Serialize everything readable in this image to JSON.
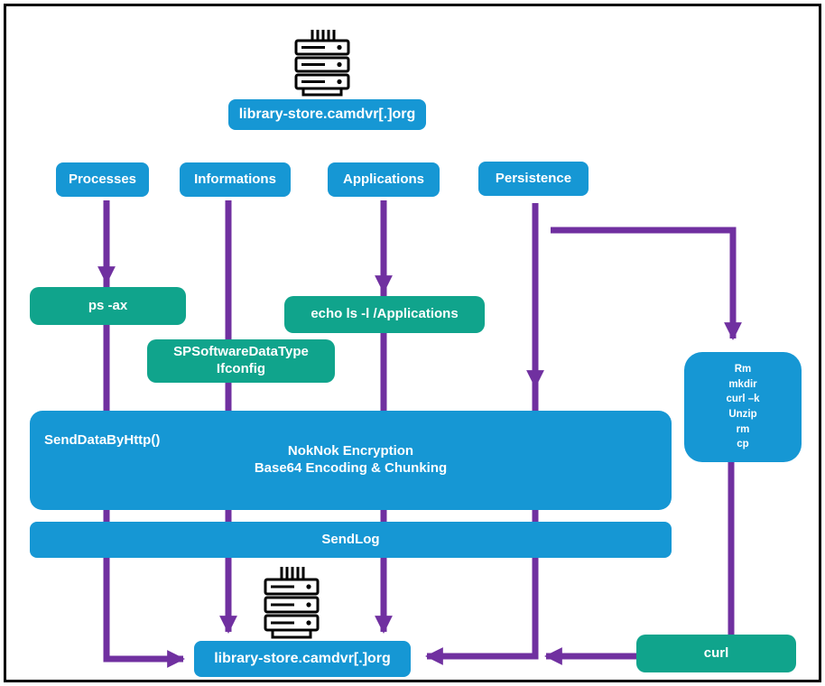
{
  "diagram": {
    "c2_top_label": "library-store.camdvr[.]org",
    "c2_bottom_label": "library-store.camdvr[.]org",
    "categories": [
      "Processes",
      "Informations",
      "Applications",
      "Persistence"
    ],
    "ps_ax": "ps -ax",
    "spsoftware_line1": "SPSoftwareDataType",
    "spsoftware_line2": "Ifconfig",
    "echo_apps": "echo ls -l /Applications",
    "persistence_commands": [
      "Rm",
      "mkdir",
      "curl –k",
      "Unzip",
      "rm",
      "cp"
    ],
    "send_data_by_http": "SendDataByHttp()",
    "encryption_line1": "NokNok Encryption",
    "encryption_line2": "Base64 Encoding & Chunking",
    "send_log": "SendLog",
    "curl": "curl",
    "icons": [
      "server-icon-top",
      "server-icon-bottom"
    ]
  },
  "colors": {
    "box_blue": "#1697d4",
    "box_teal": "#10a48c",
    "arrow_purple": "#7030a0",
    "frame_black": "#000000",
    "text_white": "#ffffff"
  }
}
